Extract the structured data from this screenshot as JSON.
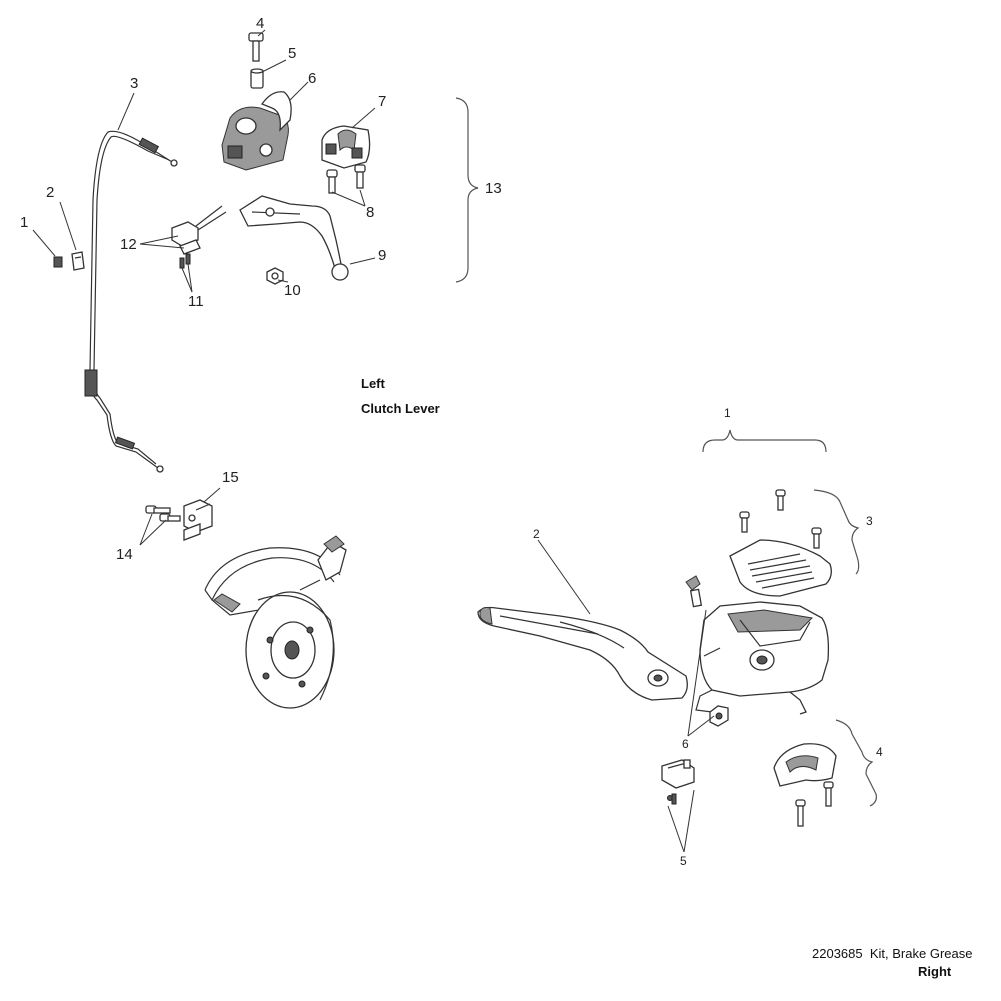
{
  "captions": {
    "left_line1": "Left",
    "left_line2": "Clutch Lever",
    "kit_number": "2203685",
    "kit_description": "Kit, Brake Grease",
    "right": "Right"
  },
  "left_callouts": [
    "1",
    "2",
    "3",
    "4",
    "5",
    "6",
    "7",
    "8",
    "9",
    "10",
    "11",
    "12",
    "13",
    "14",
    "15"
  ],
  "right_callouts": [
    "1",
    "2",
    "3",
    "4",
    "5",
    "6"
  ]
}
